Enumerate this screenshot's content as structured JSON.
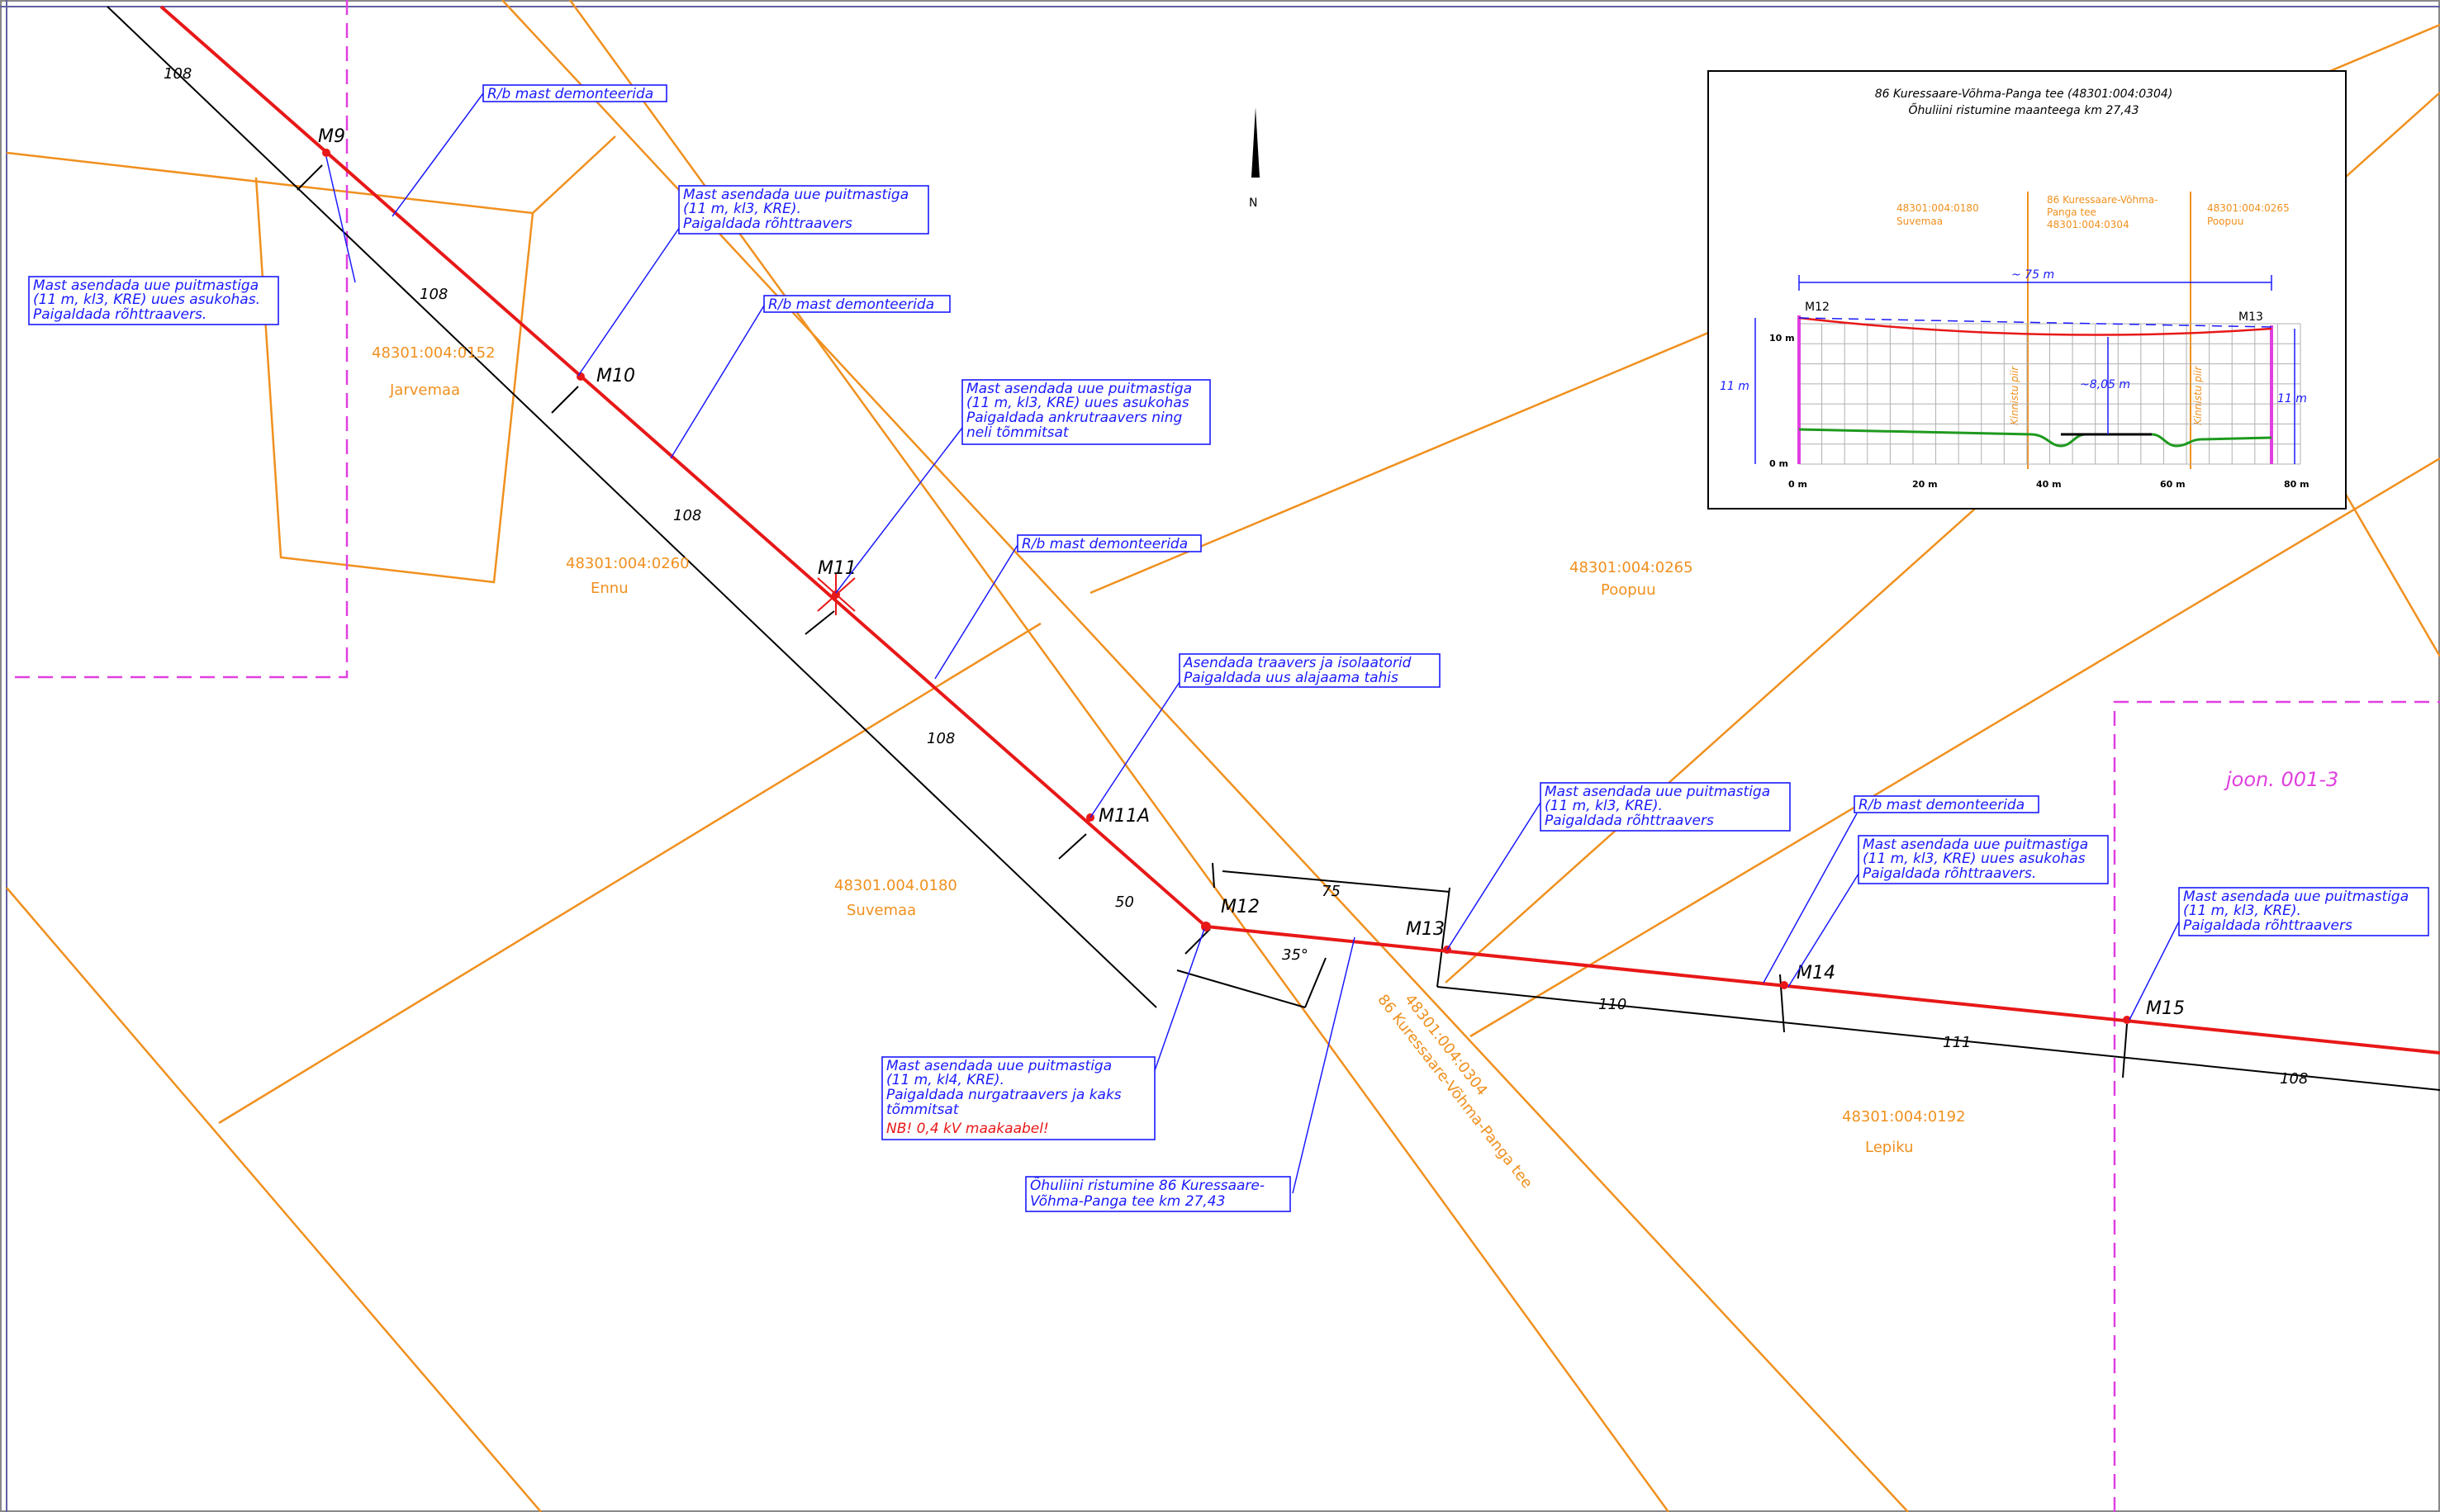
{
  "colors": {
    "power_line": "#e81818",
    "boundary": "#f0901e",
    "annotation": "#1a1aff",
    "magenta": "#e040e0",
    "ground": "#1e9a1e"
  },
  "north_arrow": {
    "label": "N"
  },
  "masts": {
    "m9": "M9",
    "m10": "M10",
    "m11": "M11",
    "m11a": "M11A",
    "m12": "M12",
    "m13": "M13",
    "m14": "M14",
    "m15": "M15"
  },
  "dimensions": {
    "d1": "108",
    "d2": "108",
    "d3": "108",
    "d4": "108",
    "d5": "50",
    "d6": "75",
    "d7": "110",
    "d8": "111",
    "d9": "108",
    "angle": "35°"
  },
  "parcels": [
    {
      "id": "48301:004:0152",
      "name": "Jarvemaa"
    },
    {
      "id": "48301:004:0260",
      "name": "Ennu"
    },
    {
      "id": "48301:004:0265",
      "name": "Poopuu"
    },
    {
      "id": "48301.004.0180",
      "name": "Suvemaa"
    },
    {
      "id": "48301:004:0192",
      "name": "Lepiku"
    }
  ],
  "road_label": {
    "id": "48301:004:0304",
    "name": "86 Kuressaare-Võhma-Panga tee"
  },
  "sheet_ref": "joon. 001-3",
  "notes": {
    "rb1": [
      "R/b mast demonteerida"
    ],
    "m10": [
      "Mast asendada uue puitmastiga",
      "(11 m, kl3, KRE).",
      "Paigaldada rõhttraavers"
    ],
    "m9": [
      "Mast asendada uue puitmastiga",
      "(11 m, kl3, KRE) uues asukohas.",
      "Paigaldada rõhttraavers."
    ],
    "rb2": [
      "R/b mast demonteerida"
    ],
    "m11": [
      "Mast asendada uue puitmastiga",
      "(11 m, kl3, KRE) uues asukohas",
      "Paigaldada ankrutraavers ning",
      "neli tõmmitsat"
    ],
    "rb3": [
      "R/b mast demonteerida"
    ],
    "m11a": [
      "Asendada traavers ja isolaatorid",
      "Paigaldada uus alajaama tahis"
    ],
    "m13": [
      "Mast asendada uue puitmastiga",
      "(11 m, kl3, KRE).",
      "Paigaldada rõhttraavers"
    ],
    "rb4": [
      "R/b mast demonteerida"
    ],
    "m14": [
      "Mast asendada uue puitmastiga",
      "(11 m, kl3, KRE) uues asukohas",
      "Paigaldada rõhttraavers."
    ],
    "m15": [
      "Mast asendada uue puitmastiga",
      "(11 m, kl3, KRE).",
      "Paigaldada rõhttraavers"
    ],
    "m12": [
      "Mast asendada uue puitmastiga",
      "(11 m, kl4, KRE).",
      "Paigaldada nurgatraavers ja kaks",
      "tõmmitsat"
    ],
    "m12_warning": "NB! 0,4 kV maakaabel!",
    "crossing": [
      "Õhuliini ristumine 86 Kuressaare-",
      "Võhma-Panga tee km 27,43"
    ]
  },
  "inset": {
    "title1": "86 Kuressaare-Võhma-Panga tee (48301:004:0304)",
    "title2": "Õhuliini ristumine maanteega km 27,43",
    "parcel_left": [
      "48301:004:0180",
      "Suvemaa"
    ],
    "parcel_mid": [
      "86 Kuressaare-Võhma-",
      "Panga tee",
      "48301:004:0304"
    ],
    "parcel_right": [
      "48301:004:0265",
      "Poopuu"
    ],
    "span": "~ 75 m",
    "mast_left": "M12",
    "mast_right": "M13",
    "height_left": "11 m",
    "height_right": "11 m",
    "clearance": "~8,05 m",
    "boundary1": "Kinnistu piir",
    "boundary2": "Kinnistu piir",
    "y_top": "10 m",
    "y_bottom": "0 m",
    "x_ticks": [
      "0 m",
      "20 m",
      "40 m",
      "60 m",
      "80 m"
    ]
  }
}
